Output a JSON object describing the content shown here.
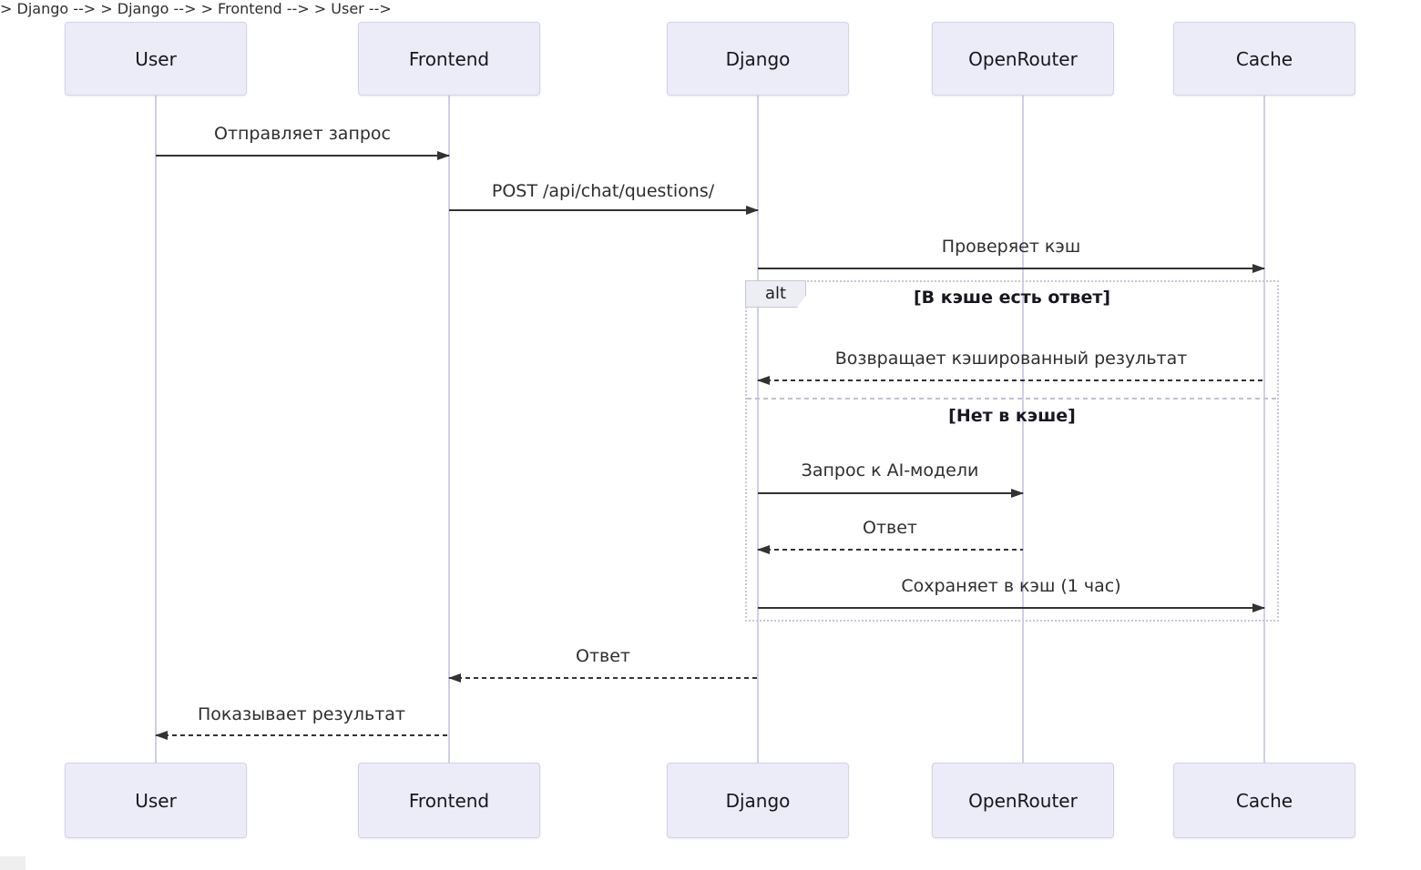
{
  "diagram_type": "sequence-diagram",
  "actors": [
    {
      "name": "User"
    },
    {
      "name": "Frontend"
    },
    {
      "name": "Django"
    },
    {
      "name": "OpenRouter"
    },
    {
      "name": "Cache"
    }
  ],
  "messages": [
    {
      "from": "User",
      "to": "Frontend",
      "label": "Отправляет запрос",
      "style": "solid"
    },
    {
      "from": "Frontend",
      "to": "Django",
      "label": "POST /api/chat/questions/",
      "style": "solid"
    },
    {
      "from": "Django",
      "to": "Cache",
      "label": "Проверяет кэш",
      "style": "solid"
    },
    {
      "from": "Cache",
      "to": "Django",
      "label": "Возвращает кэшированный результат",
      "style": "dashed"
    },
    {
      "from": "Django",
      "to": "OpenRouter",
      "label": "Запрос к AI-модели",
      "style": "solid"
    },
    {
      "from": "OpenRouter",
      "to": "Django",
      "label": "Ответ",
      "style": "dashed"
    },
    {
      "from": "Django",
      "to": "Cache",
      "label": "Сохраняет в кэш (1 час)",
      "style": "solid"
    },
    {
      "from": "Django",
      "to": "Frontend",
      "label": "Ответ",
      "style": "dashed"
    },
    {
      "from": "Frontend",
      "to": "User",
      "label": "Показывает результат",
      "style": "dashed"
    }
  ],
  "alt_frame": {
    "operator": "alt",
    "conditions": [
      {
        "label": "[В кэше есть ответ]"
      },
      {
        "label": "[Нет в кэше]"
      }
    ]
  },
  "colors": {
    "background": "#ffffff",
    "actor_fill": "#ECECF9",
    "actor_border": "#D3D3E8",
    "lifeline": "#CFCFE8",
    "arrow": "#333333",
    "frame_border": "#C6C6D8",
    "alt_tab_fill": "#EDEDF4",
    "text": "#2e2e2e"
  }
}
